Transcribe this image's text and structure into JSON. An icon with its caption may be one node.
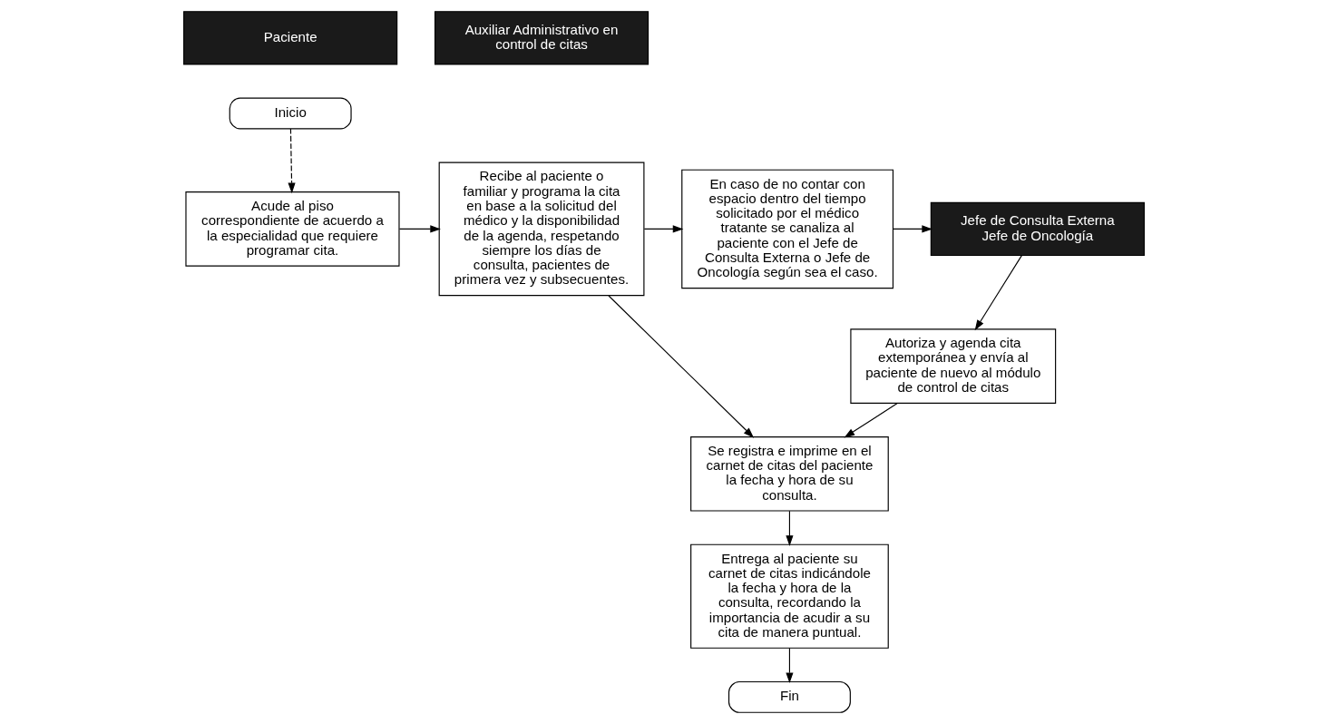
{
  "diagram": {
    "nodes": [
      {
        "text": [
          "Paciente"
        ]
      },
      {
        "text": [
          "Auxiliar Administrativo en control de citas"
        ]
      },
      {
        "text": [
          "Inicio"
        ]
      },
      {
        "text": [
          "Acude al piso correspondiente de acuerdo a la especialidad que requiere programar cita."
        ]
      },
      {
        "text": [
          "Recibe al paciente o familiar y programa la cita en base a la solicitud del médico y la disponibilidad de la agenda, respetando siempre los días de consulta, pacientes de primera vez y subsecuentes."
        ]
      },
      {
        "text": [
          "En caso de no contar con espacio dentro del tiempo solicitado por el médico tratante se canaliza al paciente con el Jefe de Consulta Externa o Jefe de Oncología según sea el caso."
        ]
      },
      {
        "text": [
          "Jefe de Consulta Externa Jefe de Oncología"
        ]
      },
      {
        "text": [
          "Autoriza y agenda cita extemporánea y envía al paciente de nuevo al módulo de control de citas"
        ]
      },
      {
        "text": [
          "Se registra e imprime en el carnet de citas del paciente la fecha y hora de su consulta."
        ]
      },
      {
        "text": [
          "Entrega al paciente su carnet de citas indicándole la fecha y hora de la consulta, recordando la importancia de acudir a su cita de manera puntual."
        ]
      },
      {
        "text": [
          "Fin"
        ]
      }
    ],
    "edges": [
      {
        "from": 2,
        "to": 3,
        "arrow": "to",
        "style": "dashed"
      },
      {
        "from": 3,
        "to": 4,
        "arrow": "to"
      },
      {
        "from": 4,
        "to": 5,
        "arrow": "to"
      },
      {
        "from": 5,
        "to": 6,
        "arrow": "to"
      },
      {
        "from": 6,
        "to": 7,
        "arrow": "to"
      },
      {
        "from": 7,
        "to": 8,
        "arrow": "to"
      },
      {
        "from": 4,
        "to": 8,
        "arrow": "to"
      },
      {
        "from": 8,
        "to": 9,
        "arrow": "to"
      },
      {
        "from": 9,
        "to": 10,
        "arrow": "to"
      }
    ]
  }
}
